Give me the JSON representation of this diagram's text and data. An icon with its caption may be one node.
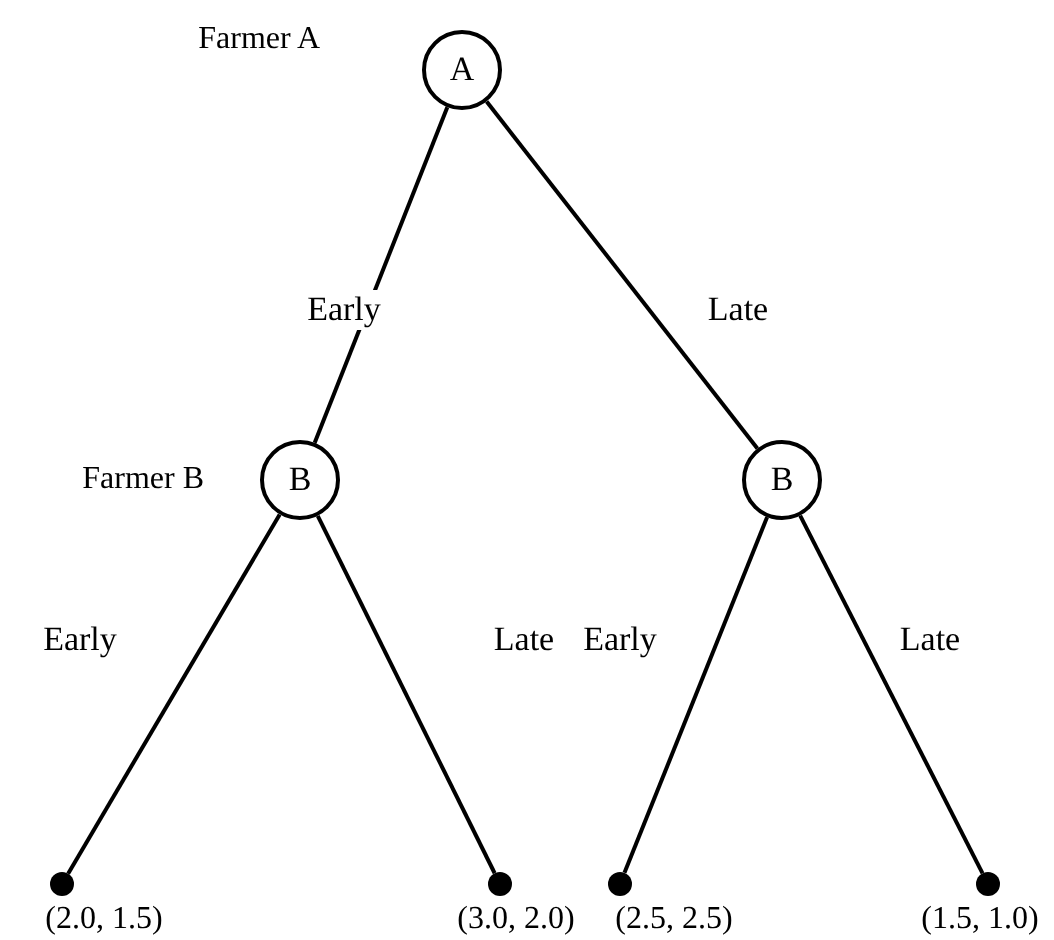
{
  "diagram": {
    "nodes": [
      {
        "text": [
          "A"
        ],
        "beside": [
          "Farmer A"
        ]
      },
      {
        "text": [
          "B"
        ],
        "beside": [
          "Farmer B"
        ]
      },
      {
        "text": [
          "B"
        ]
      },
      {
        "text": [],
        "shape": "circle",
        "beside": [
          "(2.0, 1.5)"
        ]
      },
      {
        "text": [],
        "shape": "circle",
        "beside": [
          "(3.0, 2.0)"
        ]
      },
      {
        "text": [],
        "shape": "circle",
        "beside": [
          "(2.5, 2.5)"
        ]
      },
      {
        "text": [],
        "shape": "circle",
        "beside": [
          "(1.5, 1.0)"
        ]
      }
    ],
    "edges": [
      {
        "from": 0,
        "to": 1,
        "arrow": "none",
        "label": "Early"
      },
      {
        "from": 0,
        "to": 2,
        "arrow": "none",
        "label": "Late"
      },
      {
        "from": 1,
        "to": 3,
        "arrow": "none",
        "label": "Early"
      },
      {
        "from": 1,
        "to": 4,
        "arrow": "none",
        "label": "Late"
      },
      {
        "from": 2,
        "to": 5,
        "arrow": "none",
        "label": "Early"
      },
      {
        "from": 2,
        "to": 6,
        "arrow": "none",
        "label": "Late"
      }
    ]
  }
}
